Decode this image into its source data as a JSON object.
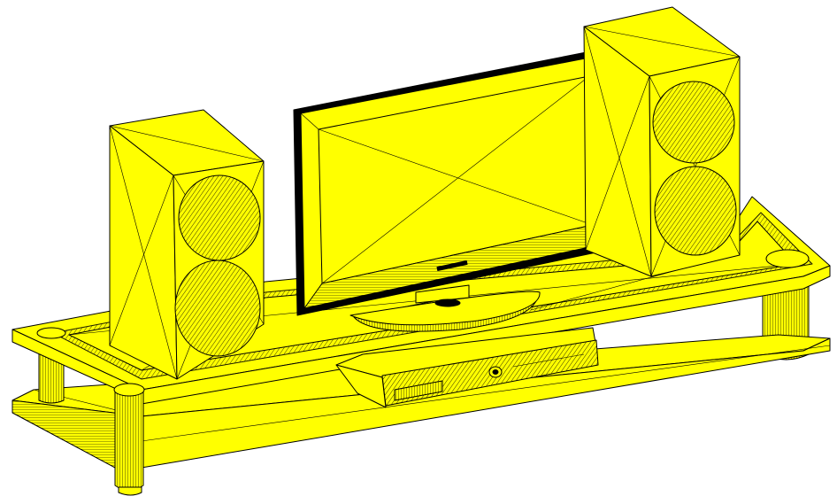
{
  "drawing": {
    "fill_color": "#ffff00",
    "line_color": "#000000",
    "background_color": "#ffffff",
    "objects": [
      "tv-stand",
      "left-speaker",
      "right-speaker",
      "flat-screen-tv",
      "tv-base",
      "set-top-box"
    ]
  }
}
